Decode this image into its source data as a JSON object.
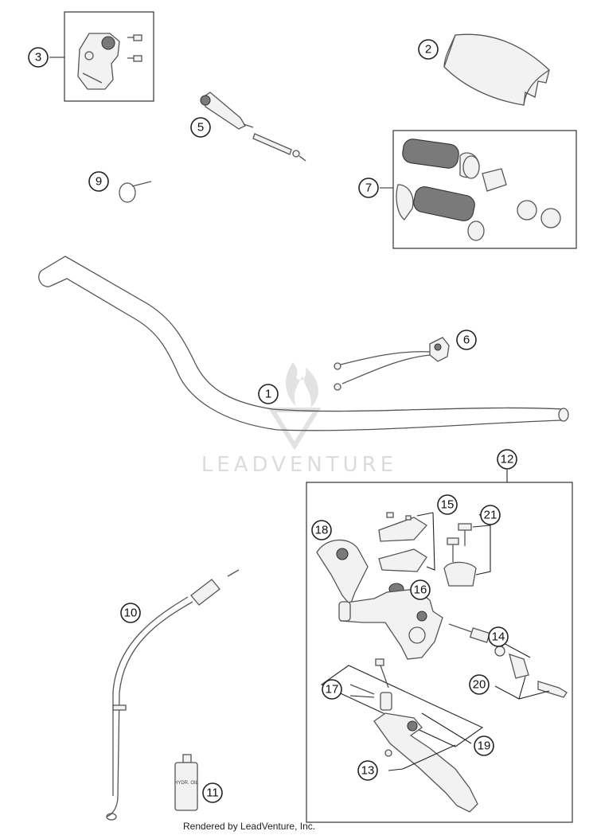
{
  "watermark": {
    "text": "LEADVENTURE"
  },
  "footer": {
    "text": "Rendered by LeadVenture, Inc."
  },
  "callouts": [
    "1",
    "2",
    "3",
    "5",
    "6",
    "7",
    "9",
    "10",
    "11",
    "12",
    "13",
    "14",
    "15",
    "16",
    "17",
    "18",
    "19",
    "20",
    "21"
  ],
  "oil_bottle_label": "HYDR. OIL"
}
